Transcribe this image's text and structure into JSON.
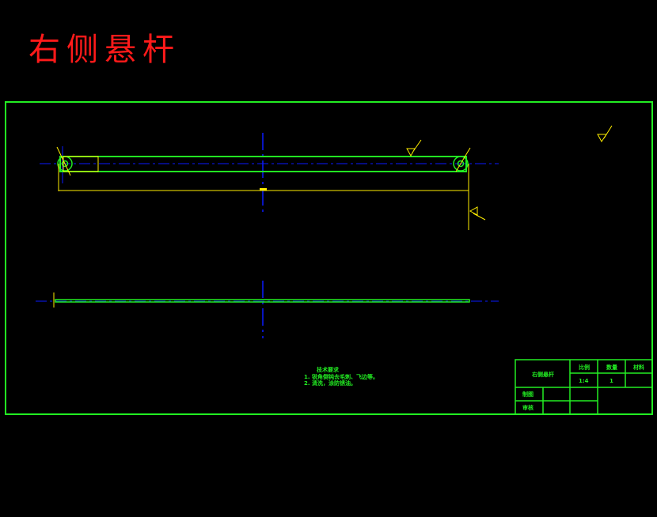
{
  "title": "右侧悬杆",
  "colors": {
    "background": "#000000",
    "title": "#ff1a1a",
    "outline": "#22ee22",
    "dimension": "#ffee00",
    "centerline": "#0a1aff"
  },
  "tech_requirements": {
    "heading": "技术要求",
    "items": [
      "1. 锐角倒钝去毛刺、飞边等。",
      "2. 清洗，涂防锈油。"
    ]
  },
  "title_block": {
    "part_name": "右侧悬杆",
    "scale_label": "比例",
    "quantity_label": "数量",
    "material_label": "材料",
    "scale_value": "1:4",
    "quantity_value": "1",
    "drawn_label": "制图",
    "checked_label": "审核"
  }
}
